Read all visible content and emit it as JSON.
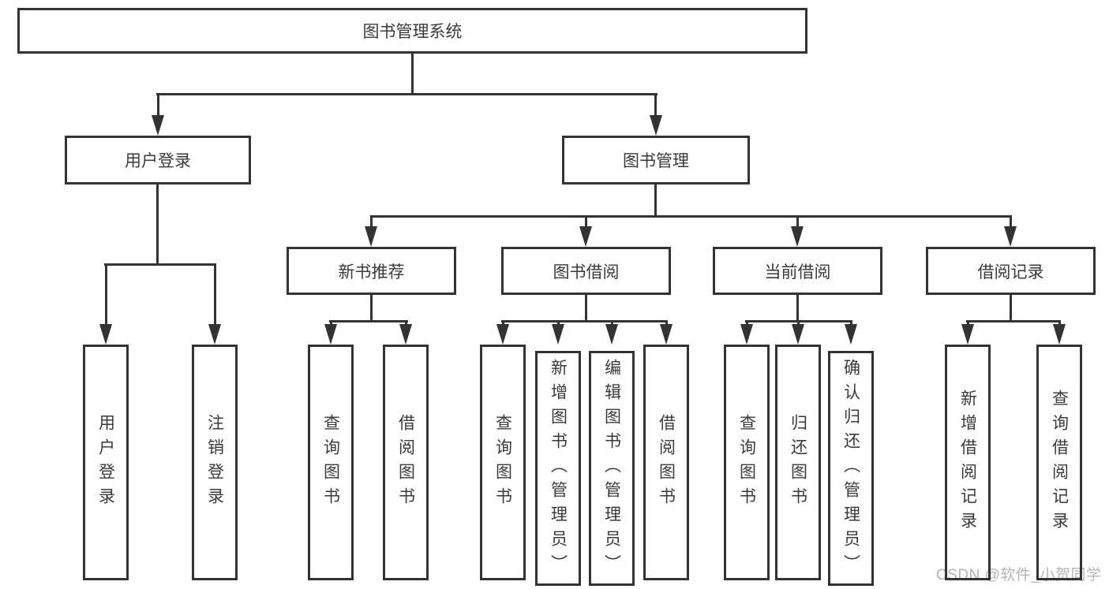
{
  "colors": {
    "line": "#333333",
    "box_border": "#333333",
    "text": "#3a3a3a",
    "background": "#ffffff",
    "watermark": "#b5b5b5"
  },
  "watermark": {
    "text": "CSDN @软件_小贺同学"
  },
  "tree": {
    "label": "图书管理系统",
    "children": [
      {
        "label": "用户登录",
        "children": [
          {
            "label": "用户登录"
          },
          {
            "label": "注销登录"
          }
        ]
      },
      {
        "label": "图书管理",
        "children": [
          {
            "label": "新书推荐",
            "children": [
              {
                "label": "查询图书"
              },
              {
                "label": "借阅图书"
              }
            ]
          },
          {
            "label": "图书借阅",
            "children": [
              {
                "label": "查询图书"
              },
              {
                "label": "新增图书（管理员）"
              },
              {
                "label": "编辑图书（管理员）"
              },
              {
                "label": "借阅图书"
              }
            ]
          },
          {
            "label": "当前借阅",
            "children": [
              {
                "label": "查询图书"
              },
              {
                "label": "归还图书"
              },
              {
                "label": "确认归还（管理员）"
              }
            ]
          },
          {
            "label": "借阅记录",
            "children": [
              {
                "label": "新增借阅记录"
              },
              {
                "label": "查询借阅记录"
              }
            ]
          }
        ]
      }
    ]
  }
}
